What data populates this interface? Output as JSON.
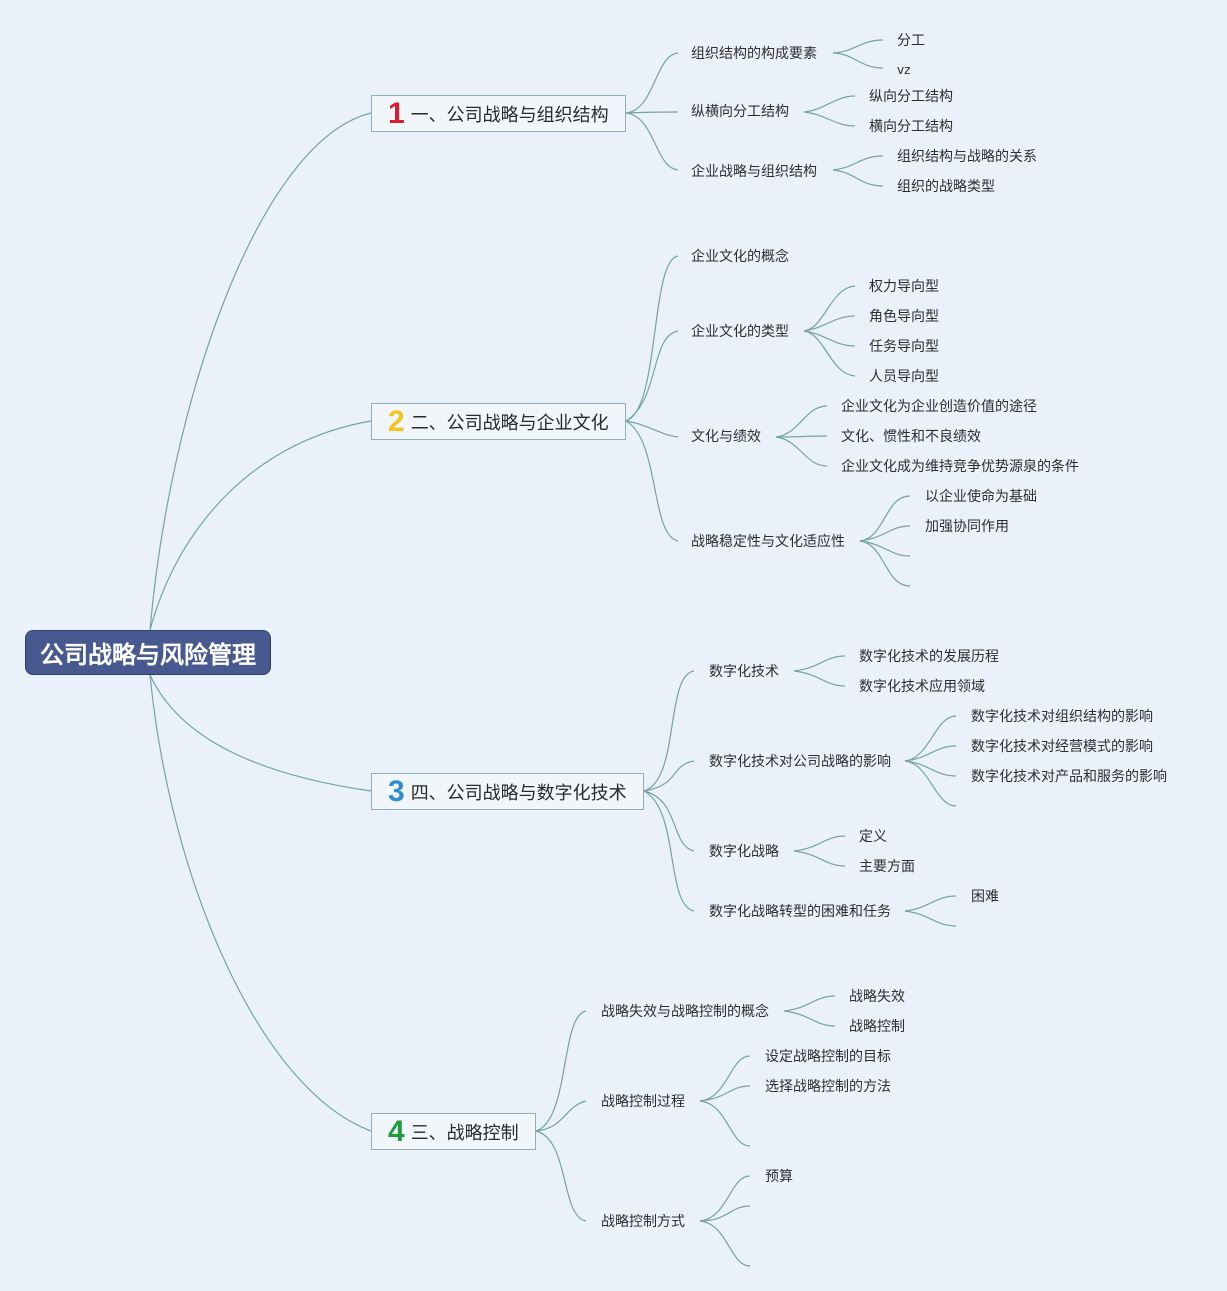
{
  "root": "公司战略与风险管理",
  "topics": [
    {
      "num": "1",
      "label": "一、公司战略与组织结构",
      "children": [
        {
          "label": "组织结构的构成要素",
          "children": [
            "分工",
            "vz"
          ]
        },
        {
          "label": "纵横向分工结构",
          "children": [
            "纵向分工结构",
            "横向分工结构"
          ]
        },
        {
          "label": "企业战略与组织结构",
          "children": [
            "组织结构与战略的关系",
            "组织的战略类型"
          ]
        }
      ]
    },
    {
      "num": "2",
      "label": "二、公司战略与企业文化",
      "children": [
        {
          "label": "企业文化的概念",
          "children": []
        },
        {
          "label": "企业文化的类型",
          "children": [
            "权力导向型",
            "角色导向型",
            "任务导向型",
            "人员导向型"
          ]
        },
        {
          "label": "文化与绩效",
          "children": [
            "企业文化为企业创造价值的途径",
            "文化、惯性和不良绩效",
            "企业文化成为维持竞争优势源泉的条件"
          ]
        },
        {
          "label": "战略稳定性与文化适应性",
          "children": [
            "以企业使命为基础",
            "加强协同作用",
            "",
            ""
          ]
        }
      ]
    },
    {
      "num": "3",
      "label": "四、公司战略与数字化技术",
      "children": [
        {
          "label": "数字化技术",
          "children": [
            "数字化技术的发展历程",
            "数字化技术应用领域"
          ]
        },
        {
          "label": "数字化技术对公司战略的影响",
          "children": [
            "数字化技术对组织结构的影响",
            "数字化技术对经营模式的影响",
            "数字化技术对产品和服务的影响",
            ""
          ]
        },
        {
          "label": "数字化战略",
          "children": [
            "定义",
            "主要方面"
          ]
        },
        {
          "label": "数字化战略转型的困难和任务",
          "children": [
            "困难",
            ""
          ]
        }
      ]
    },
    {
      "num": "4",
      "label": "三、战略控制",
      "children": [
        {
          "label": "战略失效与战略控制的概念",
          "children": [
            "战略失效",
            "战略控制"
          ]
        },
        {
          "label": "战略控制过程",
          "children": [
            "设定战略控制的目标",
            "选择战略控制的方法",
            ""
          ]
        },
        {
          "label": "战略控制方式",
          "children": [
            "预算",
            "",
            ""
          ]
        }
      ]
    }
  ]
}
